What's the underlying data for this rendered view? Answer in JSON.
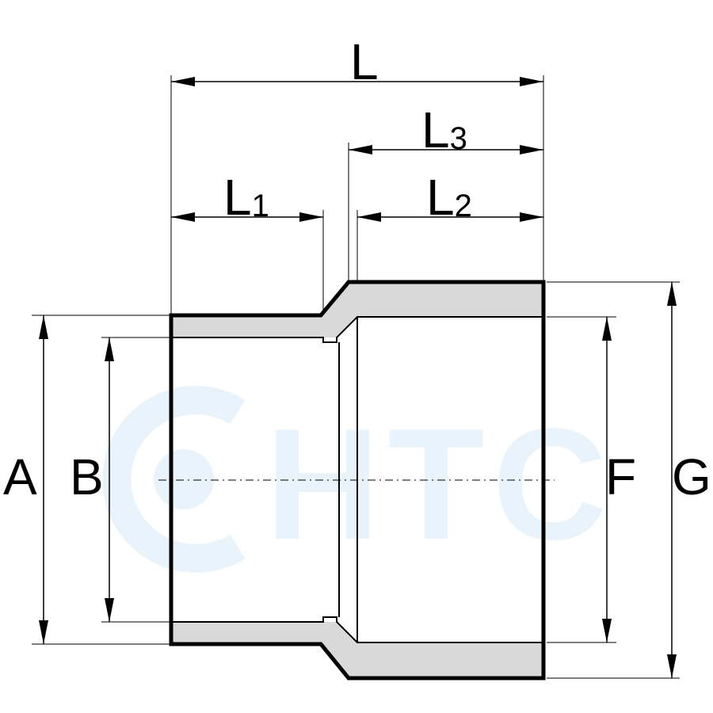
{
  "watermark": {
    "text": "HTC",
    "color": "#e9f3fb"
  },
  "colors": {
    "line": "#000000",
    "wall_fill": "#d9d9d9",
    "background": "#ffffff"
  },
  "dimensions": {
    "L": {
      "letter": "L",
      "sub": ""
    },
    "L1": {
      "letter": "L",
      "sub": "1"
    },
    "L2": {
      "letter": "L",
      "sub": "2"
    },
    "L3": {
      "letter": "L",
      "sub": "3"
    },
    "A": {
      "letter": "A",
      "sub": ""
    },
    "B": {
      "letter": "B",
      "sub": ""
    },
    "F": {
      "letter": "F",
      "sub": ""
    },
    "G": {
      "letter": "G",
      "sub": ""
    }
  }
}
